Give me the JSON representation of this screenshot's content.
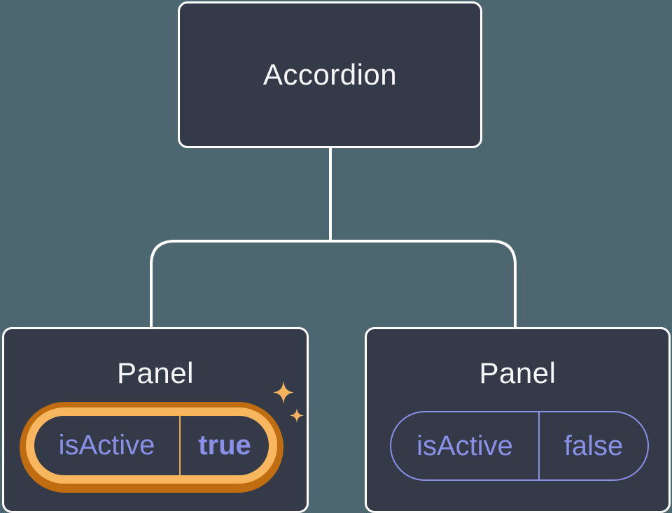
{
  "diagram": {
    "root_node": {
      "label": "Accordion"
    },
    "panels": [
      {
        "label": "Panel",
        "state_key": "isActive",
        "state_value": "true",
        "highlighted": true,
        "decoration": "sparkle-icon"
      },
      {
        "label": "Panel",
        "state_key": "isActive",
        "state_value": "false",
        "highlighted": false
      }
    ]
  },
  "colors": {
    "background": "#4C6770",
    "node_fill": "#343A47",
    "node_border": "#FFFFFF",
    "label_text": "#F6F7F9",
    "state_text": "#8A90E8",
    "pill_inactive_border": "#8A90E8",
    "pill_active_ring_light": "#F8B65E",
    "pill_active_ring_dark": "#C06D12",
    "pill_active_divider": "#E9A94F",
    "sparkle": "#F6B25C"
  }
}
